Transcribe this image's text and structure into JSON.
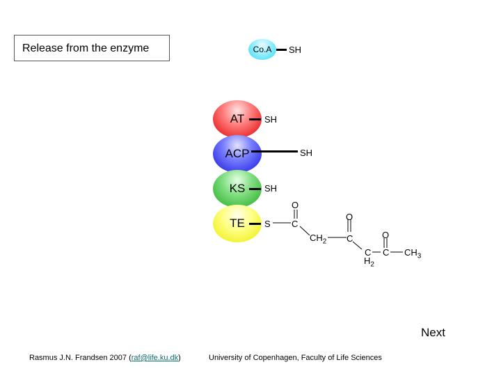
{
  "title": "Release from the enzyme",
  "coa": {
    "label": "Co.A",
    "group": "SH"
  },
  "domains": [
    {
      "name": "AT",
      "group": "SH"
    },
    {
      "name": "ACP",
      "group": "SH"
    },
    {
      "name": "KS",
      "group": "SH"
    },
    {
      "name": "TE",
      "group": "S"
    }
  ],
  "molecule": {
    "o1": "O",
    "c1": "C",
    "ch2": "CH",
    "ch2_sub": "2",
    "o2": "O",
    "c2": "C",
    "o3": "O",
    "c3": "C",
    "c4": "C",
    "ch3": "CH",
    "ch3_sub": "3",
    "h2": "H",
    "h2_sub": "2"
  },
  "nav": {
    "next": "Next"
  },
  "footer": {
    "credit_prefix": "Rasmus J.N. Frandsen 2007 (",
    "email": "raf@life.ku.dk",
    "credit_suffix": ")",
    "university": "University of Copenhagen, Faculty of Life Sciences"
  }
}
